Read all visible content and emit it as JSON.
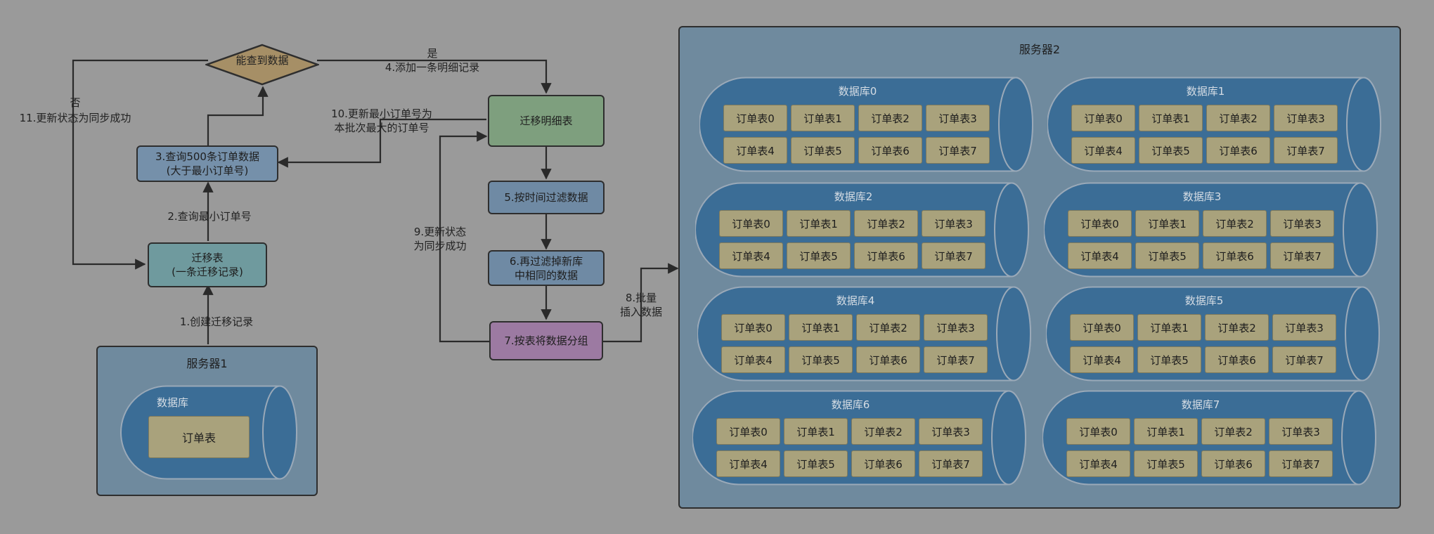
{
  "diagram": {
    "server1": {
      "title": "服务器1",
      "database": {
        "title": "数据库",
        "table": "订单表"
      }
    },
    "server2": {
      "title": "服务器2",
      "databases": [
        {
          "title": "数据库0",
          "tables": [
            "订单表0",
            "订单表1",
            "订单表2",
            "订单表3",
            "订单表4",
            "订单表5",
            "订单表6",
            "订单表7"
          ]
        },
        {
          "title": "数据库1",
          "tables": [
            "订单表0",
            "订单表1",
            "订单表2",
            "订单表3",
            "订单表4",
            "订单表5",
            "订单表6",
            "订单表7"
          ]
        },
        {
          "title": "数据库2",
          "tables": [
            "订单表0",
            "订单表1",
            "订单表2",
            "订单表3",
            "订单表4",
            "订单表5",
            "订单表6",
            "订单表7"
          ]
        },
        {
          "title": "数据库3",
          "tables": [
            "订单表0",
            "订单表1",
            "订单表2",
            "订单表3",
            "订单表4",
            "订单表5",
            "订单表6",
            "订单表7"
          ]
        },
        {
          "title": "数据库4",
          "tables": [
            "订单表0",
            "订单表1",
            "订单表2",
            "订单表3",
            "订单表4",
            "订单表5",
            "订单表6",
            "订单表7"
          ]
        },
        {
          "title": "数据库5",
          "tables": [
            "订单表0",
            "订单表1",
            "订单表2",
            "订单表3",
            "订单表4",
            "订单表5",
            "订单表6",
            "订单表7"
          ]
        },
        {
          "title": "数据库6",
          "tables": [
            "订单表0",
            "订单表1",
            "订单表2",
            "订单表3",
            "订单表4",
            "订单表5",
            "订单表6",
            "订单表7"
          ]
        },
        {
          "title": "数据库7",
          "tables": [
            "订单表0",
            "订单表1",
            "订单表2",
            "订单表3",
            "订单表4",
            "订单表5",
            "订单表6",
            "订单表7"
          ]
        }
      ]
    },
    "nodes": {
      "migration_table": "迁移表\n(一条迁移记录)",
      "query_orders": "3.查询500条订单数据\n(大于最小订单号)",
      "decision": "能查到数据",
      "migration_detail": "迁移明细表",
      "filter_time": "5.按时间过滤数据",
      "filter_dup": "6.再过滤掉新库\n中相同的数据",
      "group": "7.按表将数据分组"
    },
    "edges": {
      "create_record": "1.创建迁移记录",
      "query_min": "2.查询最小订单号",
      "yes": "是",
      "add_detail": "4.添加一条明细记录",
      "no": "否",
      "update_success_11": "11.更新状态为同步成功",
      "update_min": "10.更新最小订单号为\n本批次最大的订单号",
      "update_status_9": "9.更新状态\n为同步成功",
      "batch_insert": "8.批量\n插入数据"
    },
    "colors": {
      "background": "#9a9a9a",
      "server_fill": "#6f8a9e",
      "db_fill": "#3b6d96",
      "table_fill": "#a9a27c",
      "migration_table_fill": "#6f9a9e",
      "query_fill": "#7590aa",
      "decision_fill": "#a68f66",
      "detail_fill": "#7e9f7e",
      "step_fill": "#6f8aa4",
      "group_fill": "#9c7aa2"
    }
  }
}
